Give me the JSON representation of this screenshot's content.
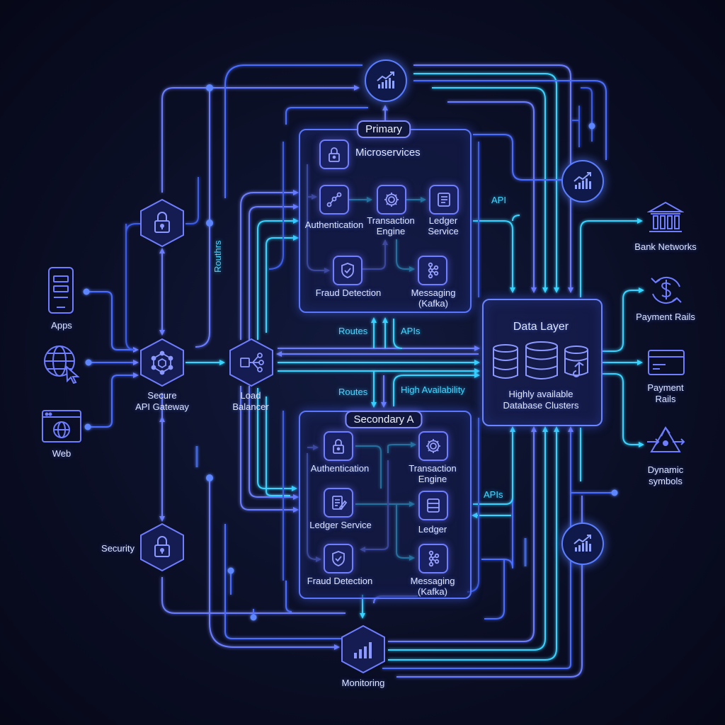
{
  "clients": {
    "apps": "Apps",
    "web": "Web"
  },
  "gateway": {
    "label_line1": "Secure",
    "label_line2": "API Gateway"
  },
  "load_balancer": {
    "label_line1": "Load",
    "label_line2": "Balancer"
  },
  "security": {
    "label": "Security"
  },
  "monitoring": {
    "label": "Monitoring"
  },
  "primary": {
    "title": "Primary",
    "microservices": "Microservices",
    "authentication": "Authentication",
    "transaction_line1": "Transaction",
    "transaction_line2": "Engine",
    "ledger_line1": "Ledger",
    "ledger_line2": "Service",
    "fraud": "Fraud Detection",
    "messaging_line1": "Messaging",
    "messaging_line2": "(Kafka)"
  },
  "secondary": {
    "title": "Secondary A",
    "authentication": "Authentication",
    "transaction_line1": "Transaction",
    "transaction_line2": "Engine",
    "ledger_service": "Ledger Service",
    "ledger": "Ledger",
    "fraud": "Fraud Detection",
    "messaging_line1": "Messaging",
    "messaging_line2": "(Kafka)"
  },
  "data_layer": {
    "title": "Data Layer",
    "desc_line1": "Highly available",
    "desc_line2": "Database Clusters"
  },
  "connection_labels": {
    "routhrs": "Routhrs",
    "routes_top": "Routes",
    "apis_top": "APIs",
    "routes_bottom": "Routes",
    "high_availability": "High Availability",
    "api": "API",
    "apis_right": "APIs"
  },
  "outputs": {
    "bank_networks": "Bank Networks",
    "payment_rails": "Payment Rails",
    "payment_rails2_line1": "Payment",
    "payment_rails2_line2": "Rails",
    "dynamic_line1": "Dynamic",
    "dynamic_line2": "symbols"
  },
  "icons": {
    "phone": "mobile-phone-icon",
    "globe": "globe-cursor-icon",
    "browser": "browser-window-icon",
    "lock": "lock-icon",
    "network": "hexagon-network-icon",
    "split": "load-split-icon",
    "chart": "trend-chart-icon",
    "bars": "bar-chart-icon",
    "gear": "gear-icon",
    "shield": "shield-check-icon",
    "document": "document-edit-icon",
    "database": "database-icon",
    "bank": "bank-icon",
    "dollar": "dollar-cycle-icon",
    "card": "credit-card-icon",
    "triangle": "triangle-arrows-icon"
  },
  "colors": {
    "cyan": "#38d4ff",
    "blue": "#4c6dff",
    "violet": "#8a6cff",
    "background": "#0b0f26"
  }
}
